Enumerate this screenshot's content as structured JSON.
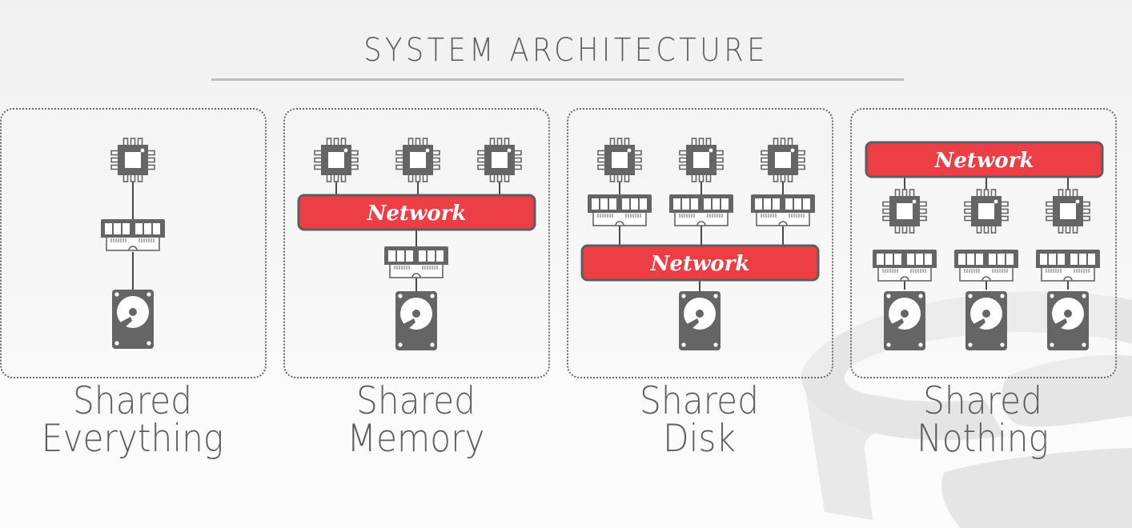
{
  "title": "SYSTEM ARCHITECTURE",
  "colors": {
    "icon": "#656565",
    "network_fill": "#ee3e45",
    "network_border": "#5e5e5e",
    "text": "#5e5e5e",
    "rule": "#bdbdbd",
    "watermark": "#e4e4e4"
  },
  "network_label": "Network",
  "panels": [
    {
      "id": "shared-everything",
      "caption_line1": "Shared",
      "caption_line2": "Everything",
      "cpu_count": 1,
      "memory_count": 1,
      "disk_count": 1,
      "layout": "cpu-memory-disk"
    },
    {
      "id": "shared-memory",
      "caption_line1": "Shared",
      "caption_line2": "Memory",
      "cpu_count": 3,
      "memory_count": 1,
      "disk_count": 1,
      "layout": "cpus-network-memory-disk"
    },
    {
      "id": "shared-disk",
      "caption_line1": "Shared",
      "caption_line2": "Disk",
      "cpu_count": 3,
      "memory_count": 3,
      "disk_count": 1,
      "layout": "cpus-memories-network-disk"
    },
    {
      "id": "shared-nothing",
      "caption_line1": "Shared",
      "caption_line2": "Nothing",
      "cpu_count": 3,
      "memory_count": 3,
      "disk_count": 3,
      "layout": "network-cpus-memories-disks"
    }
  ],
  "icons": {
    "cpu": "cpu-icon",
    "memory": "memory-icon",
    "disk": "disk-icon",
    "watermark": "database-logo-icon"
  }
}
